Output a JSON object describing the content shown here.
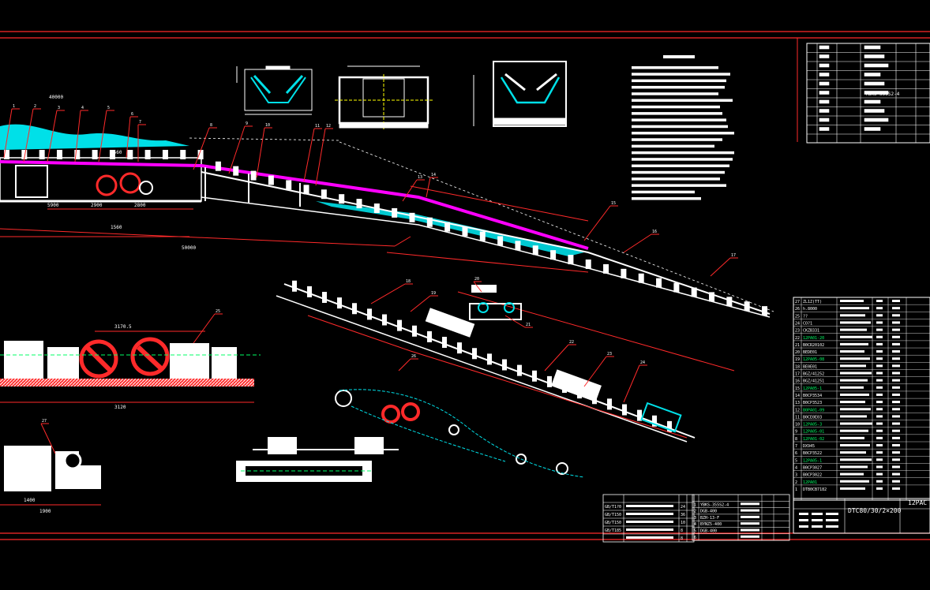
{
  "drawing": {
    "title_block_code": "DTC80/30/2×200",
    "title_block_suffix": "12PAC",
    "spec_ref_top_table": "YBKS-355S2-4",
    "parts_list": {
      "rows": [
        {
          "no": "27",
          "code": "ZL1Z(TT)"
        },
        {
          "no": "26",
          "code": "h.8000"
        },
        {
          "no": "25",
          "code": "??"
        },
        {
          "no": "24",
          "code": "CO?1"
        },
        {
          "no": "23",
          "code": "CKZB331"
        },
        {
          "no": "22",
          "code": "12PA01-20"
        },
        {
          "no": "21",
          "code": "B0CR20102"
        },
        {
          "no": "20",
          "code": "BEDE01"
        },
        {
          "no": "19",
          "code": "12PA05-08"
        },
        {
          "no": "18",
          "code": "BE0E01"
        },
        {
          "no": "17",
          "code": "BGZ/41252"
        },
        {
          "no": "16",
          "code": "BGZ/41251"
        },
        {
          "no": "15",
          "code": "12PA05-1"
        },
        {
          "no": "14",
          "code": "B0CP3534"
        },
        {
          "no": "13",
          "code": "B0CP3523"
        },
        {
          "no": "12",
          "code": "B0PA01-09"
        },
        {
          "no": "11",
          "code": "B0CE0E03"
        },
        {
          "no": "10",
          "code": "12PA05-3"
        },
        {
          "no": "9",
          "code": "12PA05-01"
        },
        {
          "no": "8",
          "code": "12PA01-02"
        },
        {
          "no": "7",
          "code": "DX945"
        },
        {
          "no": "6",
          "code": "B0CP3522"
        },
        {
          "no": "5",
          "code": "12PA05-1"
        },
        {
          "no": "4",
          "code": "B0CP3027"
        },
        {
          "no": "3",
          "code": "B0CP3022"
        },
        {
          "no": "2",
          "code": "12PA01"
        },
        {
          "no": "1",
          "code": "DTB0CB7182"
        }
      ]
    },
    "standard_parts_table": {
      "rows": [
        {
          "std": "GB/T1?0",
          "qty": "24"
        },
        {
          "std": "GB/T150",
          "qty": "36"
        },
        {
          "std": "GB/T150",
          "qty": "10"
        },
        {
          "std": "GB/T185",
          "qty": "8"
        },
        {
          "std": "",
          "qty": "8"
        }
      ]
    },
    "motor_table": {
      "rows": [
        {
          "no": "1",
          "model": "YBKS-355S2-4"
        },
        {
          "no": "2",
          "model": "DGB-400"
        },
        {
          "no": "3",
          "model": "BZH-13-F"
        },
        {
          "no": "4",
          "model": "BYNZ5-400"
        },
        {
          "no": "5",
          "model": "DGB-400"
        },
        {
          "no": "6",
          "model": ""
        }
      ]
    },
    "dimensions": {
      "d_40000": "40000",
      "d_1560": "1560",
      "d_5900": "5900",
      "d_2900": "2900",
      "d_2800": "2800",
      "d_1560b": "1560",
      "d_3120": "3120",
      "d_50000": "50000",
      "d_3170": "3170.5",
      "d_1400": "1400",
      "d_1900": "1900"
    },
    "balloons": [
      "1",
      "2",
      "3",
      "4",
      "5",
      "6",
      "7",
      "8",
      "9",
      "10",
      "11",
      "12",
      "13",
      "14",
      "15",
      "16",
      "17",
      "18",
      "19",
      "20",
      "21",
      "22",
      "23",
      "24",
      "25",
      "26",
      "27"
    ]
  },
  "colors": {
    "background": "#000000",
    "frame": "#ff2a2a",
    "geometry": "#ffffff",
    "belt": "#00e0e8",
    "highlight": "#ff00ff",
    "centerline": "#00ff66",
    "notes_text": "#ffffff",
    "accent_yellow": "#ffff00"
  }
}
